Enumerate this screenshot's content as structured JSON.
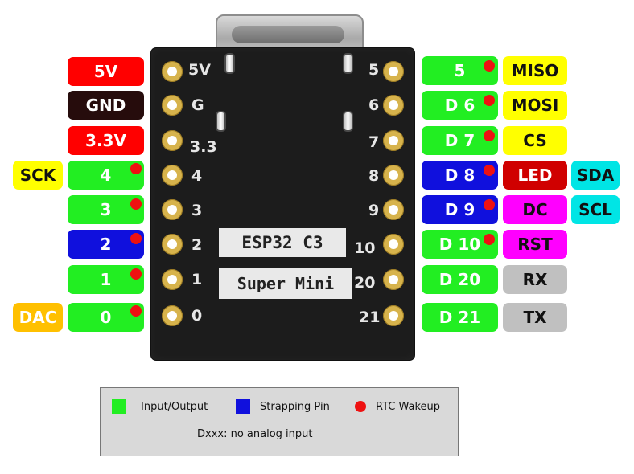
{
  "board": {
    "chip_line1": "ESP32  C3",
    "chip_line2": "Super Mini",
    "left_silk": [
      "5V",
      "G",
      "3.3",
      "4",
      "3",
      "2",
      "1",
      "0"
    ],
    "right_silk": [
      "5",
      "6",
      "7",
      "8",
      "9",
      "10",
      "20",
      "21"
    ]
  },
  "colors": {
    "red": "#ff0000",
    "black": "#260c0c",
    "green": "#22ee22",
    "blue": "#1010dd",
    "yellow": "#ffff00",
    "orange": "#ffc000",
    "magenta": "#ff00ff",
    "dark_red": "#d00000",
    "cyan": "#00e5e5",
    "gray": "#c0c0c0",
    "rtc_dot": "#ee1111"
  },
  "left_pins": [
    {
      "label": "5V",
      "color": "red",
      "rtc": false,
      "extra": null
    },
    {
      "label": "GND",
      "color": "black",
      "rtc": false,
      "extra": null
    },
    {
      "label": "3.3V",
      "color": "red",
      "rtc": false,
      "extra": null
    },
    {
      "label": "4",
      "color": "green",
      "rtc": true,
      "extra": {
        "label": "SCK",
        "color": "yellow"
      }
    },
    {
      "label": "3",
      "color": "green",
      "rtc": true,
      "extra": null
    },
    {
      "label": "2",
      "color": "blue",
      "rtc": true,
      "extra": null
    },
    {
      "label": "1",
      "color": "green",
      "rtc": true,
      "extra": null
    },
    {
      "label": "0",
      "color": "green",
      "rtc": true,
      "extra": {
        "label": "DAC",
        "color": "orange"
      }
    }
  ],
  "right_pins": [
    {
      "label": "5",
      "color": "green",
      "rtc": true,
      "func": {
        "label": "MISO",
        "color": "yellow"
      },
      "func2": null
    },
    {
      "label": "D 6",
      "color": "green",
      "rtc": true,
      "func": {
        "label": "MOSI",
        "color": "yellow"
      },
      "func2": null
    },
    {
      "label": "D 7",
      "color": "green",
      "rtc": true,
      "func": {
        "label": "CS",
        "color": "yellow"
      },
      "func2": null
    },
    {
      "label": "D 8",
      "color": "blue",
      "rtc": true,
      "func": {
        "label": "LED",
        "color": "dark_red"
      },
      "func2": {
        "label": "SDA",
        "color": "cyan"
      }
    },
    {
      "label": "D 9",
      "color": "blue",
      "rtc": true,
      "func": {
        "label": "DC",
        "color": "magenta"
      },
      "func2": {
        "label": "SCL",
        "color": "cyan"
      }
    },
    {
      "label": "D 10",
      "color": "green",
      "rtc": true,
      "func": {
        "label": "RST",
        "color": "magenta"
      },
      "func2": null
    },
    {
      "label": "D 20",
      "color": "green",
      "rtc": false,
      "func": {
        "label": "RX",
        "color": "gray"
      },
      "func2": null
    },
    {
      "label": "D 21",
      "color": "green",
      "rtc": false,
      "func": {
        "label": "TX",
        "color": "gray"
      },
      "func2": null
    }
  ],
  "legend": {
    "input_output": "Input/Output",
    "strapping_pin": "Strapping Pin",
    "rtc_wakeup": "RTC Wakeup",
    "note": "Dxxx: no analog input"
  }
}
